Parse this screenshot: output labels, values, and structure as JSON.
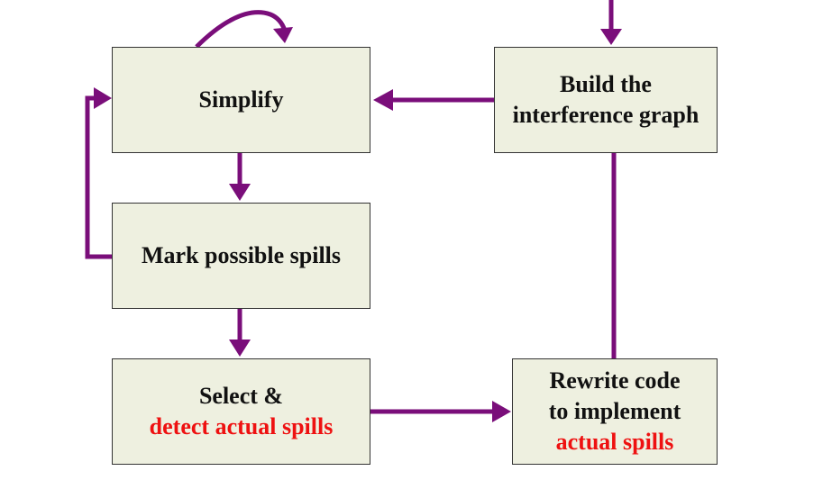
{
  "colors": {
    "arrow": "#7a0e7a",
    "box_fill": "#eef0e0",
    "box_border": "#333333",
    "text": "#111111",
    "highlight": "#ee1111"
  },
  "nodes": {
    "simplify": {
      "line1": "Simplify"
    },
    "build": {
      "line1": "Build the",
      "line2": "interference graph"
    },
    "mark": {
      "line1": "Mark possible spills"
    },
    "select": {
      "line1": "Select &",
      "line2": "detect actual spills"
    },
    "rewrite": {
      "line1": "Rewrite code",
      "line2": "to implement",
      "line3": "actual spills"
    }
  },
  "edges": [
    {
      "from": "start",
      "to": "build"
    },
    {
      "from": "build",
      "to": "simplify"
    },
    {
      "from": "simplify",
      "to": "simplify"
    },
    {
      "from": "simplify",
      "to": "mark"
    },
    {
      "from": "mark",
      "to": "simplify"
    },
    {
      "from": "mark",
      "to": "select"
    },
    {
      "from": "select",
      "to": "rewrite"
    },
    {
      "from": "rewrite",
      "to": "build"
    }
  ]
}
